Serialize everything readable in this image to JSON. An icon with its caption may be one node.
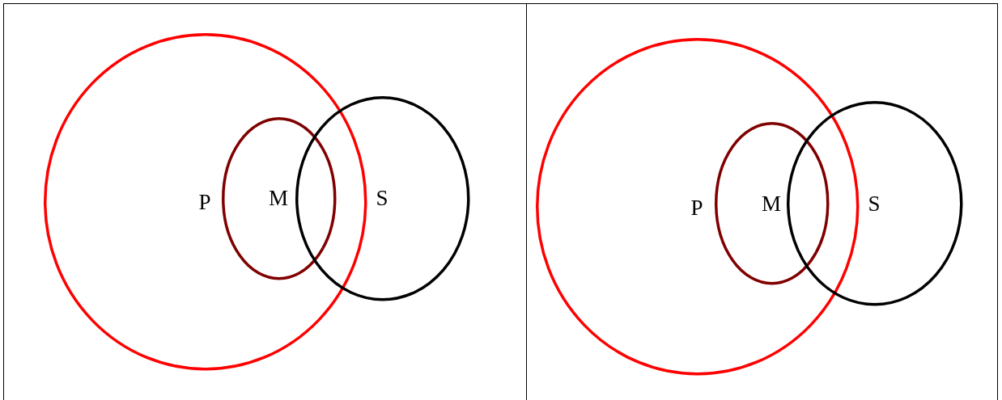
{
  "diagram": {
    "nodes": [
      {
        "text": [
          "P"
        ]
      },
      {
        "text": [
          "M"
        ],
        "in": 0
      },
      {
        "text": [
          "S"
        ]
      },
      {
        "text": [
          "P"
        ]
      },
      {
        "text": [
          "M"
        ],
        "in": 3
      },
      {
        "text": [
          "S"
        ]
      }
    ]
  }
}
